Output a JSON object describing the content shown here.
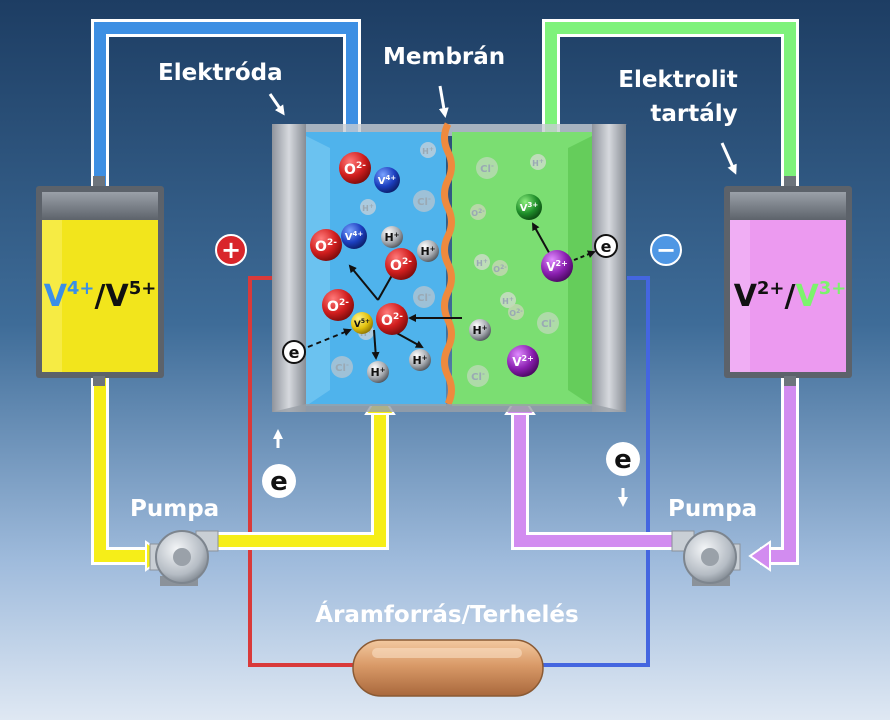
{
  "labels": {
    "electrode": "Elektróda",
    "membrane": "Membrán",
    "tank_line1": "Elektrolit",
    "tank_line2": "tartály",
    "pump_left": "Pumpa",
    "pump_right": "Pumpa",
    "source_load": "Áramforrás/Terhelés",
    "plus": "+",
    "minus": "−",
    "electron": "e"
  },
  "left_tank": {
    "a_base": "V",
    "a_sup": "4+",
    "slash": "/",
    "b_base": "V",
    "b_sup": "5+"
  },
  "right_tank": {
    "a_base": "V",
    "a_sup": "2+",
    "slash": "/",
    "b_base": "V",
    "b_sup": "3+"
  },
  "ions": {
    "o2": "O",
    "o2_sup": "2-",
    "v4": "V",
    "v4_sup": "4+",
    "v5": "V",
    "v5_sup": "5+",
    "v3": "V",
    "v3_sup": "3+",
    "v2": "V",
    "v2_sup": "2+",
    "h": "H",
    "h_sup": "+",
    "cl": "Cl",
    "cl_sup": "-"
  },
  "colors": {
    "background_top": "#1d3d63",
    "background_bottom": "#dfe8f3",
    "left_electrolyte": "#f2e51c",
    "right_electrolyte": "#ec9af0",
    "left_cell": "#4fb3ec",
    "right_cell": "#7bde72",
    "membrane": "#ee8a3e",
    "pipe_blue": "#3d8fe3",
    "pipe_green": "#7ef27b",
    "pipe_yellow": "#f6ee18",
    "pipe_violet": "#d28cf0",
    "wire_red": "#d93a3a",
    "wire_blue": "#4466e0",
    "plus_badge": "#d9262b",
    "minus_badge": "#4f97e4",
    "v4_text": "#3a8fe8",
    "v3_text": "#7cf36d"
  },
  "icons": [
    "pump-icon",
    "plus-icon",
    "minus-icon",
    "electron-icon",
    "resistor-icon"
  ]
}
